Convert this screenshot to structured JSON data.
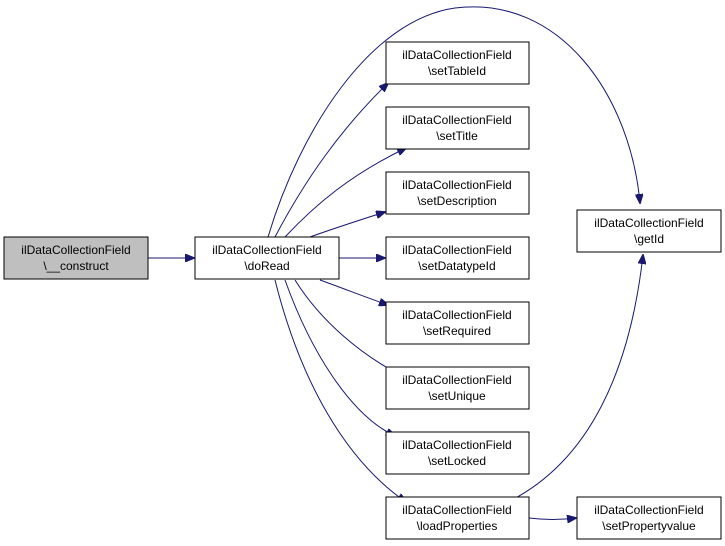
{
  "colors": {
    "edge": "#191970",
    "node_border": "#000000",
    "node_fill": "#ffffff",
    "highlight_fill": "#bfbfbf"
  },
  "nodes": {
    "construct": {
      "line1": "ilDataCollectionField",
      "line2": "\\__construct",
      "highlight": true
    },
    "doread": {
      "line1": "ilDataCollectionField",
      "line2": "\\doRead"
    },
    "settableid": {
      "line1": "ilDataCollectionField",
      "line2": "\\setTableId"
    },
    "settitle": {
      "line1": "ilDataCollectionField",
      "line2": "\\setTitle"
    },
    "setdescription": {
      "line1": "ilDataCollectionField",
      "line2": "\\setDescription"
    },
    "setdatatypeid": {
      "line1": "ilDataCollectionField",
      "line2": "\\setDatatypeId"
    },
    "setrequired": {
      "line1": "ilDataCollectionField",
      "line2": "\\setRequired"
    },
    "setunique": {
      "line1": "ilDataCollectionField",
      "line2": "\\setUnique"
    },
    "setlocked": {
      "line1": "ilDataCollectionField",
      "line2": "\\setLocked"
    },
    "loadproperties": {
      "line1": "ilDataCollectionField",
      "line2": "\\loadProperties"
    },
    "getid": {
      "line1": "ilDataCollectionField",
      "line2": "\\getId"
    },
    "setpropertyvalue": {
      "line1": "ilDataCollectionField",
      "line2": "\\setPropertyvalue"
    }
  },
  "edges": [
    {
      "from": "construct",
      "to": "doread"
    },
    {
      "from": "doread",
      "to": "settableid"
    },
    {
      "from": "doread",
      "to": "settitle"
    },
    {
      "from": "doread",
      "to": "setdescription"
    },
    {
      "from": "doread",
      "to": "setdatatypeid"
    },
    {
      "from": "doread",
      "to": "setrequired"
    },
    {
      "from": "doread",
      "to": "setunique"
    },
    {
      "from": "doread",
      "to": "setlocked"
    },
    {
      "from": "doread",
      "to": "loadproperties"
    },
    {
      "from": "doread",
      "to": "getid"
    },
    {
      "from": "loadproperties",
      "to": "getid"
    },
    {
      "from": "loadproperties",
      "to": "setpropertyvalue"
    }
  ]
}
